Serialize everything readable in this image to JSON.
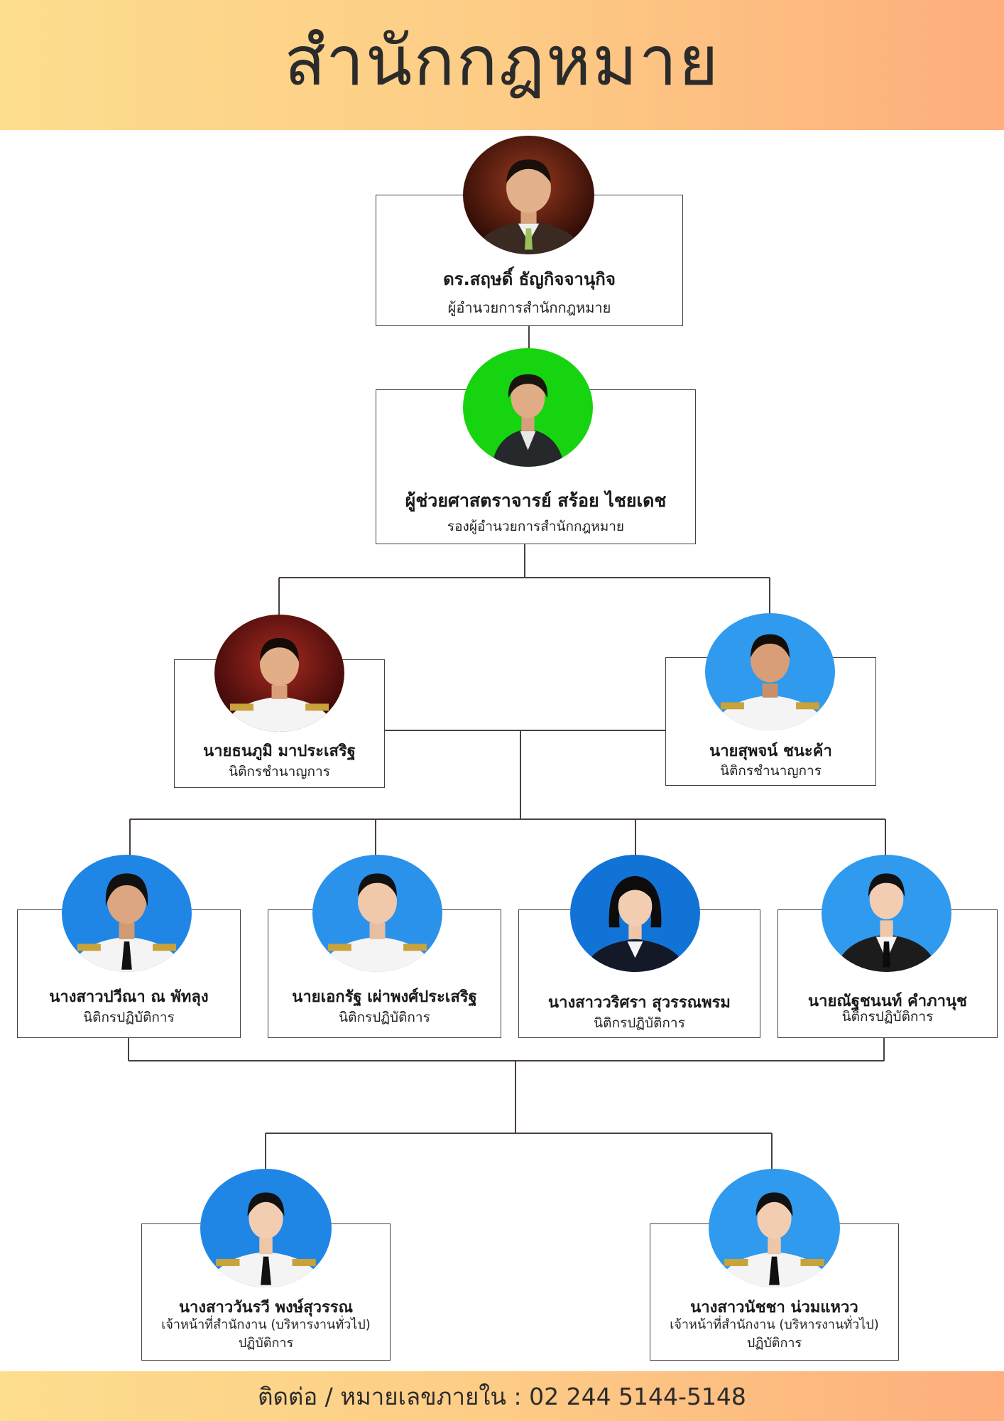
{
  "header": {
    "title": "สำนักกฎหมาย"
  },
  "footer": {
    "contact": "ติดต่อ / หมายเลขภายใน : 02 244 5144-5148"
  },
  "people": [
    {
      "name": "ดร.สฤษดิ์ ธัญกิจจานุกิจ",
      "position": "ผู้อำนวยการสำนักกฎหมาย"
    },
    {
      "name": "ผู้ช่วยศาสตราจารย์ สร้อย ไชยเดช",
      "position": "รองผู้อำนวยการสำนักกฎหมาย"
    },
    {
      "name": "นายธนภูมิ มาประเสริฐ",
      "position": "นิติกรชำนาญการ"
    },
    {
      "name": "นายสุพจน์ ชนะค้า",
      "position": "นิติกรชำนาญการ"
    },
    {
      "name": "นางสาวปวีณา ณ พัทลุง",
      "position": "นิติกรปฏิบัติการ"
    },
    {
      "name": "นายเอกรัฐ เผ่าพงศ์ประเสริฐ",
      "position": "นิติกรปฏิบัติการ"
    },
    {
      "name": "นางสาววริศรา สุวรรณพรม",
      "position": "นิติกรปฏิบัติการ"
    },
    {
      "name": "นายณัฐชนนท์ คำภานุช",
      "position": "นิติกรปฏิบัติการ"
    },
    {
      "name": "นางสาววันรวี พงษ์สุวรรณ",
      "position": "เจ้าหน้าที่สำนักงาน (บริหารงานทั่วไป)",
      "position2": "ปฏิบัติการ"
    },
    {
      "name": "นางสาวนัชชา น่วมแหวว",
      "position": "เจ้าหน้าที่สำนักงาน (บริหารงานทั่วไป)",
      "position2": "ปฏิบัติการ"
    }
  ],
  "colors": {
    "header_gradient_start": "#fddd8e",
    "header_gradient_end": "#fdae7c",
    "line": "#4a3f3f",
    "photo_blue": "#2f8fe8",
    "photo_green": "#16d40f",
    "photo_brown": "#5a1e12",
    "photo_maroon": "#6a1010"
  }
}
